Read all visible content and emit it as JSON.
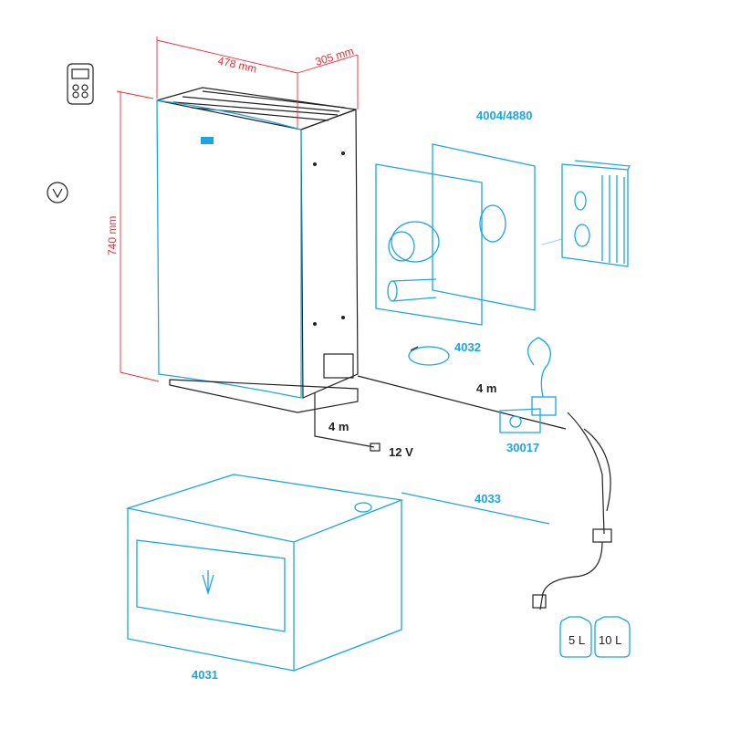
{
  "dimensions": {
    "width": "478 mm",
    "depth": "305 mm",
    "height": "740 mm"
  },
  "parts": {
    "flue_kit": "4004/4880",
    "hose": "4032",
    "valve": "30017",
    "rod": "4033",
    "cabinet": "4031"
  },
  "cables": {
    "main_length": "4 m",
    "power_length": "4 m",
    "voltage": "12 V"
  },
  "tanks": [
    "5 L",
    "10 L"
  ],
  "colors": {
    "accent": "#1ea5e0",
    "dimension": "#e8303a",
    "outline": "#222222"
  }
}
